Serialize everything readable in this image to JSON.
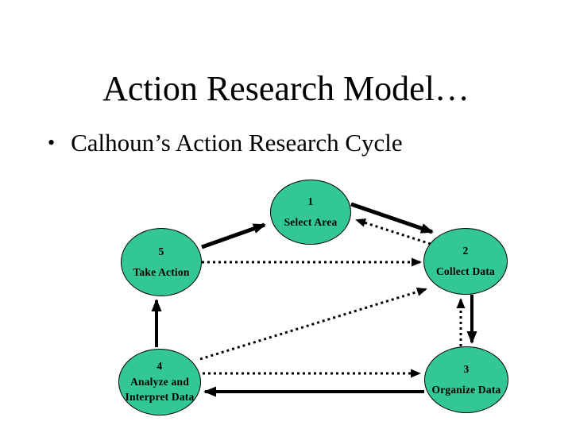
{
  "slide": {
    "title": "Action Research Model…",
    "bullet_glyph": "•",
    "bullet_text": "Calhoun’s Action Research Cycle"
  },
  "diagram": {
    "name": "Calhoun's Action Research Cycle",
    "node_fill": "#33C795",
    "node_border": "#000000",
    "arrow_color": "#000000",
    "nodes": [
      {
        "id": "1",
        "number": "1",
        "label": "Select Area"
      },
      {
        "id": "2",
        "number": "2",
        "label": "Collect Data"
      },
      {
        "id": "3",
        "number": "3",
        "label": "Organize Data"
      },
      {
        "id": "4",
        "number": "4",
        "label": "Analyze and",
        "label2": "Interpret Data"
      },
      {
        "id": "5",
        "number": "5",
        "label": "Take Action"
      }
    ],
    "edges": [
      {
        "from": "1",
        "to": "2",
        "style": "solid"
      },
      {
        "from": "2",
        "to": "3",
        "style": "solid"
      },
      {
        "from": "3",
        "to": "4",
        "style": "solid"
      },
      {
        "from": "4",
        "to": "5",
        "style": "solid"
      },
      {
        "from": "5",
        "to": "1",
        "style": "solid"
      },
      {
        "from": "2",
        "to": "1",
        "style": "dotted"
      },
      {
        "from": "3",
        "to": "2",
        "style": "dotted"
      },
      {
        "from": "4",
        "to": "3",
        "style": "dotted"
      },
      {
        "from": "4",
        "to": "2",
        "style": "dotted"
      },
      {
        "from": "5",
        "to": "2",
        "style": "dotted"
      }
    ]
  }
}
